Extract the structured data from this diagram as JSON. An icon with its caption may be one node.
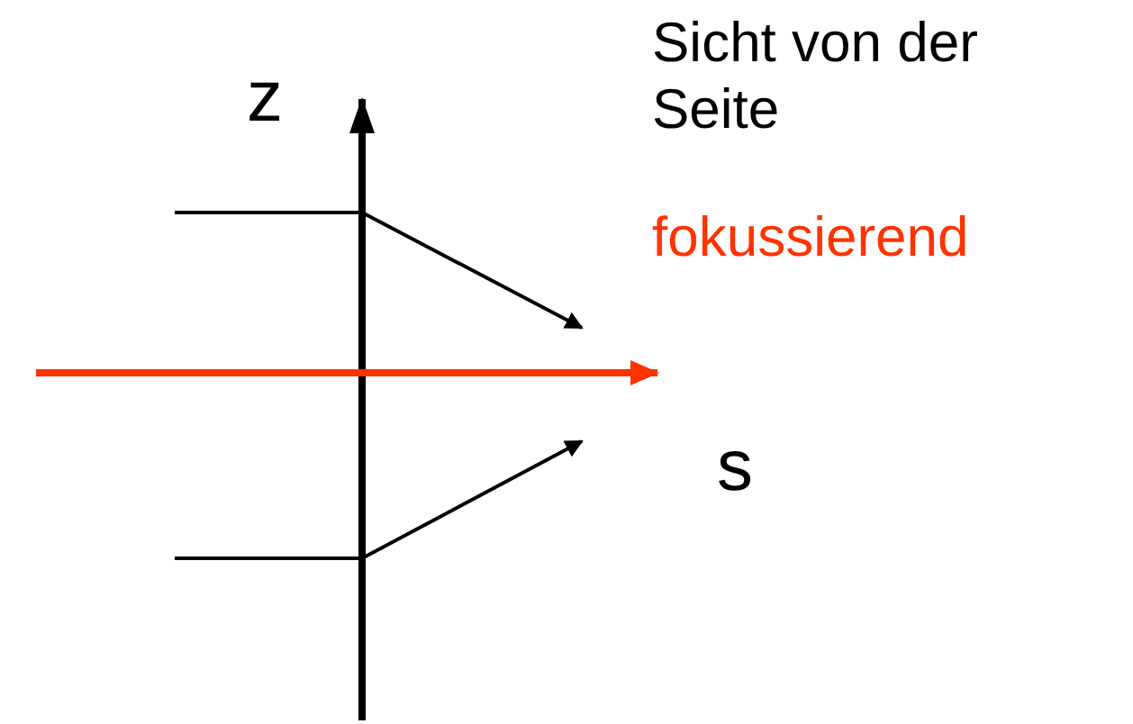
{
  "diagram": {
    "labels": [
      "z",
      "Sicht von der Seite",
      "fokussierend",
      "s"
    ]
  }
}
